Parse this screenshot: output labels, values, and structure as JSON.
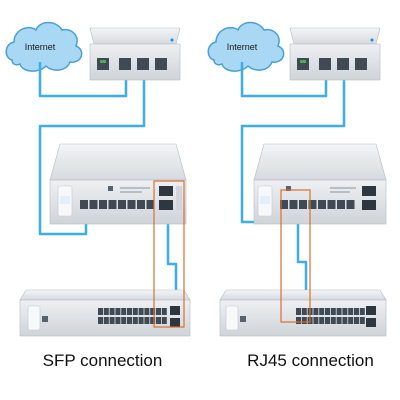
{
  "colors": {
    "cable": "#3aaee6",
    "highlight": "#d9702b",
    "cloud_fill": "#a8d8f4",
    "cloud_stroke": "#4a9fd6",
    "device_body": "#e4e7eb",
    "port": "#3f4a54",
    "brand": "#1e88e5"
  },
  "left_panel": {
    "cloud_label": "Internet",
    "caption": "SFP connection"
  },
  "right_panel": {
    "cloud_label": "Internet",
    "caption": "RJ45 connection"
  }
}
